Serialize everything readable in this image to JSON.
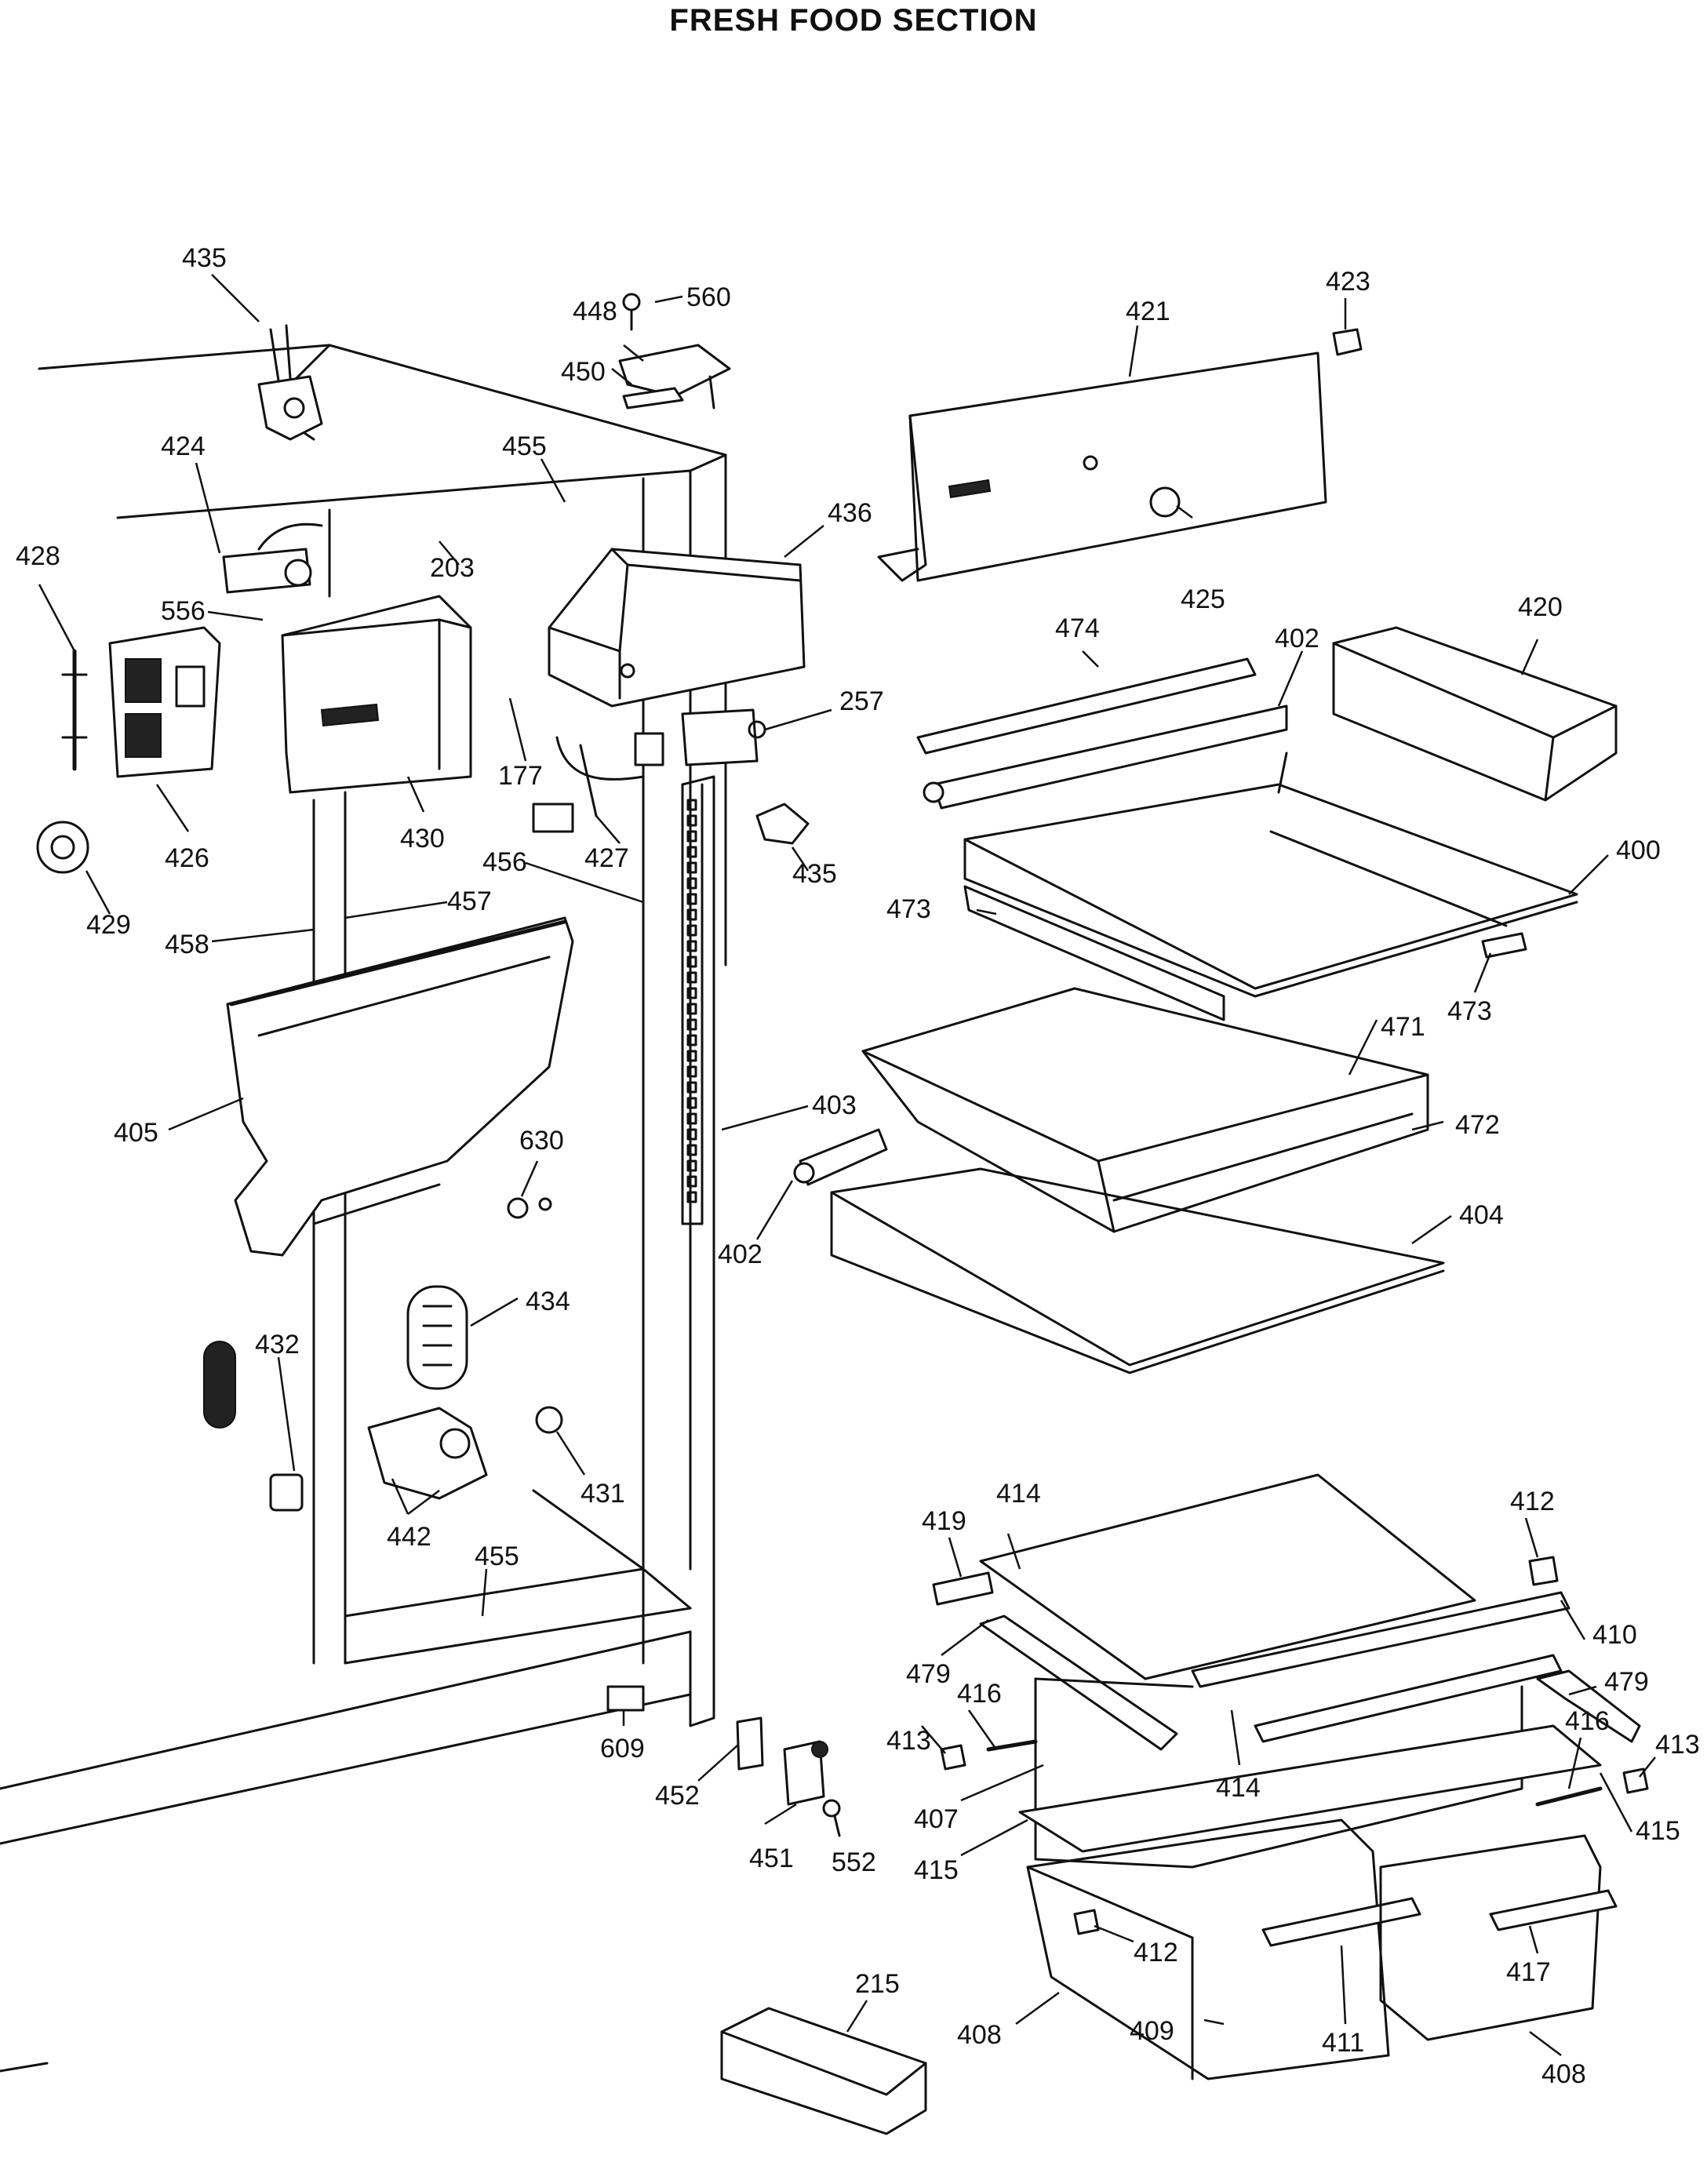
{
  "title": "FRESH FOOD SECTION",
  "callouts": {
    "c435a": "435",
    "c448": "448",
    "c560": "560",
    "c450": "450",
    "c421": "421",
    "c423": "423",
    "c424": "424",
    "c455a": "455",
    "c436": "436",
    "c428": "428",
    "c203": "203",
    "c425": "425",
    "c556": "556",
    "c420": "420",
    "c474": "474",
    "c402a": "402",
    "c257": "257",
    "c177": "177",
    "c426": "426",
    "c430": "430",
    "c427": "427",
    "c435b": "435",
    "c400": "400",
    "c429": "429",
    "c456": "456",
    "c457": "457",
    "c458": "458",
    "c473a": "473",
    "c473b": "473",
    "c471": "471",
    "c405": "405",
    "c630": "630",
    "c403": "403",
    "c472": "472",
    "c402b": "402",
    "c404": "404",
    "c434": "434",
    "c432": "432",
    "c431": "431",
    "c442": "442",
    "c455b": "455",
    "c419": "419",
    "c414a": "414",
    "c412a": "412",
    "c410": "410",
    "c479a": "479",
    "c479b": "479",
    "c416a": "416",
    "c413a": "413",
    "c416b": "416",
    "c413b": "413",
    "c414b": "414",
    "c609": "609",
    "c452": "452",
    "c407": "407",
    "c415a": "415",
    "c415b": "415",
    "c451": "451",
    "c552": "552",
    "c412b": "412",
    "c417": "417",
    "c215": "215",
    "c408a": "408",
    "c409": "409",
    "c411": "411",
    "c408b": "408"
  }
}
